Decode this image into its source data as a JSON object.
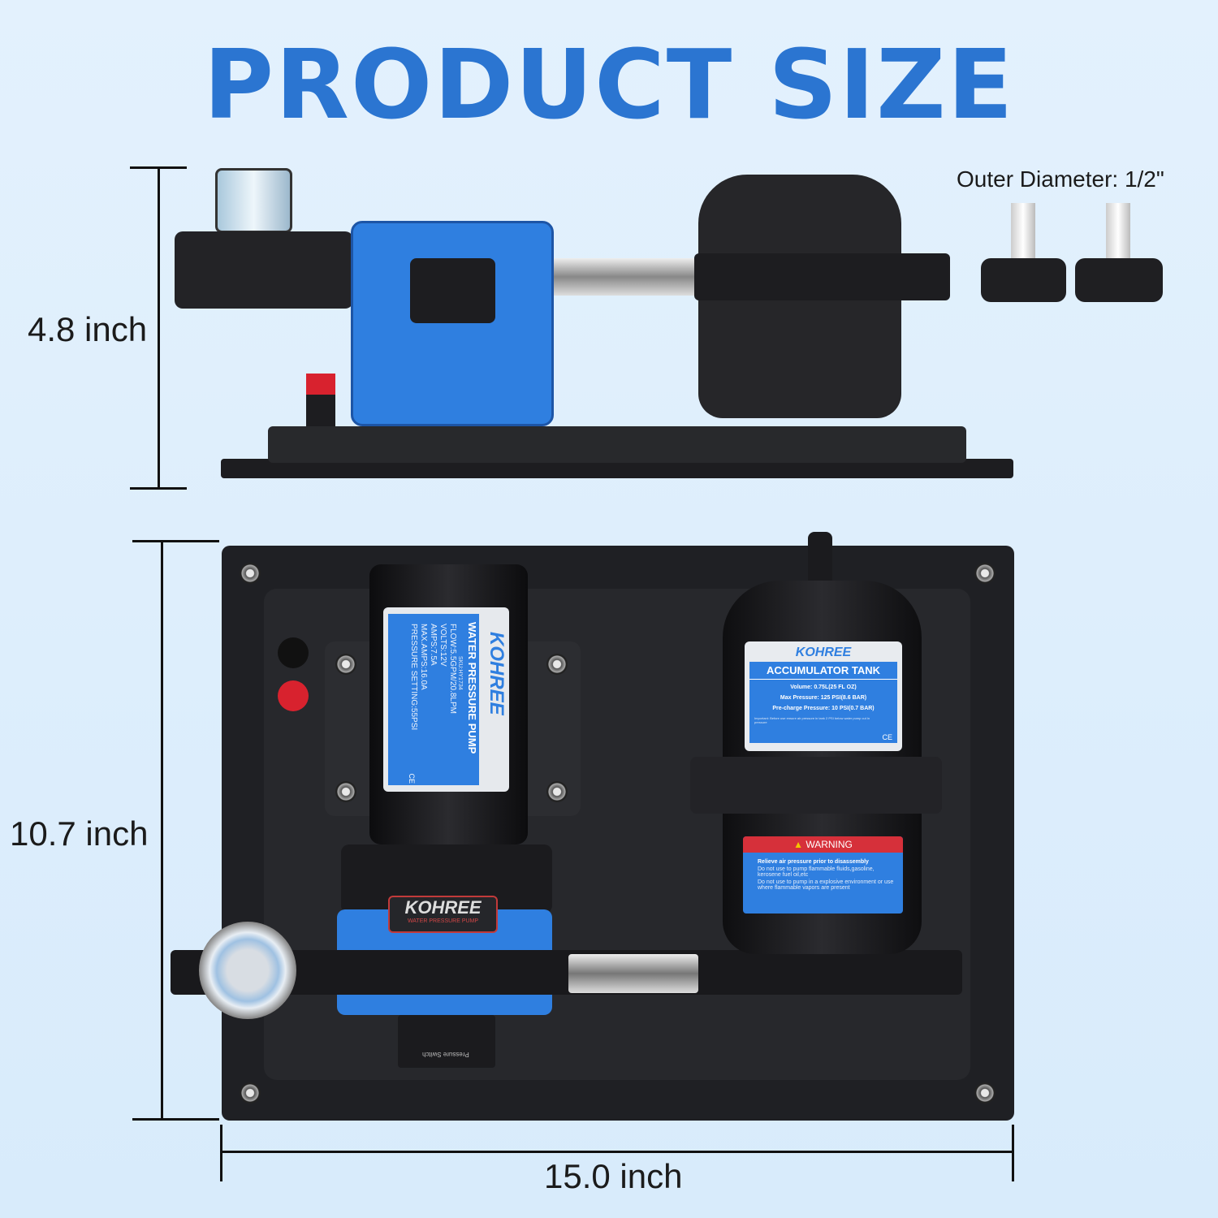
{
  "title": "PRODUCT SIZE",
  "dimensions": {
    "height_top": "4.8 inch",
    "height_front": "10.7 inch",
    "width": "15.0 inch",
    "outer_diameter": "Outer Diameter: 1/2\""
  },
  "pump_label": {
    "brand": "KOHREE",
    "title": "WATER PRESSURE PUMP",
    "lines": [
      "SKU:HY1734",
      "FLOW:5.5GPM/20.8LPM",
      "VOLTS:12V",
      "AMPS:7.5A",
      "MAX.AMPS:16.0A",
      "PRESSURE SETTING:55PSI"
    ],
    "ce": "CE"
  },
  "pump_head": {
    "brand": "KOHREE",
    "subtitle": "WATER PRESSURE PUMP",
    "switch": "Pressure Switch"
  },
  "tank_label": {
    "brand": "KOHREE",
    "title": "ACCUMULATOR TANK",
    "volume": "Volume: 0.75L(25 FL OZ)",
    "max_pressure": "Max Pressure: 125 PSI(8.6 BAR)",
    "precharge": "Pre-charge Pressure: 10 PSI(0.7 BAR)",
    "important": "Important: Before use ensure air pressure in tank 2 PSI below water pump cut in pressure",
    "ce": "CE"
  },
  "warning": {
    "title": "WARNING",
    "lines": [
      "Relieve air pressure prior to disassembly",
      "Do not use to pump flammable fluids,gasoline, kerosene fuel oil,etc",
      "Do not use to pump in a explosive environment or use where flammable vapors are present"
    ]
  },
  "colors": {
    "title": "#2b75d1",
    "pump_blue": "#2f7fe0",
    "panel": "#1f2024",
    "warning_red": "#d6303a"
  }
}
